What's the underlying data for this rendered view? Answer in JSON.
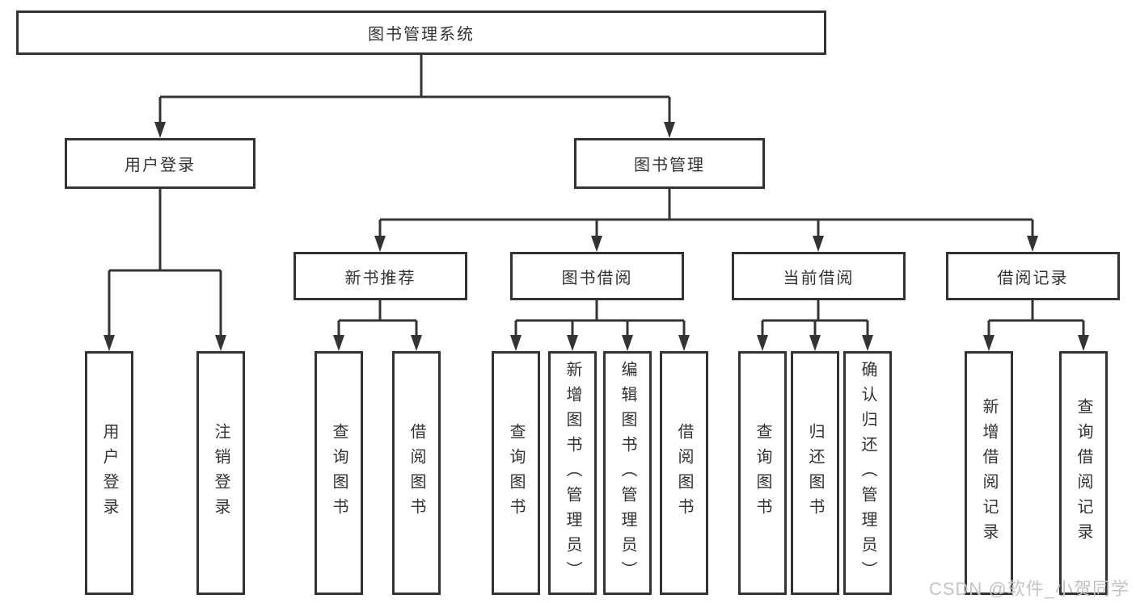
{
  "diagram": {
    "title": "图书管理系统",
    "type": "hierarchy-tree",
    "colors": {
      "line": "#333333",
      "border": "#333333",
      "text": "#333333",
      "background": "#ffffff",
      "watermark_text_color": "#c3c3c3"
    },
    "root": {
      "label": "图书管理系统"
    },
    "level2": {
      "user_login": {
        "label": "用户登录"
      },
      "book_management": {
        "label": "图书管理"
      }
    },
    "level3": {
      "new_book_recommend": {
        "label": "新书推荐",
        "parent": "图书管理"
      },
      "book_borrowing": {
        "label": "图书借阅",
        "parent": "图书管理"
      },
      "current_borrowing": {
        "label": "当前借阅",
        "parent": "图书管理"
      },
      "borrowing_records": {
        "label": "借阅记录",
        "parent": "图书管理"
      }
    },
    "leaves": {
      "user_login": {
        "label": "用户登录",
        "parent": "用户登录"
      },
      "logout": {
        "label": "注销登录",
        "parent": "用户登录"
      },
      "query_books_rec": {
        "label": "查询图书",
        "parent": "新书推荐"
      },
      "borrow_books_rec": {
        "label": "借阅图书",
        "parent": "新书推荐"
      },
      "query_books_borrow": {
        "label": "查询图书",
        "parent": "图书借阅"
      },
      "add_book_admin": {
        "label": "新增图书（管理员）",
        "parent": "图书借阅"
      },
      "edit_book_admin": {
        "label": "编辑图书（管理员）",
        "parent": "图书借阅"
      },
      "borrow_books": {
        "label": "借阅图书",
        "parent": "图书借阅"
      },
      "query_books_current": {
        "label": "查询图书",
        "parent": "当前借阅"
      },
      "return_book": {
        "label": "归还图书",
        "parent": "当前借阅"
      },
      "confirm_return_admin": {
        "label": "确认归还（管理员）",
        "parent": "当前借阅"
      },
      "add_borrow_record": {
        "label": "新增借阅记录",
        "parent": "借阅记录"
      },
      "query_borrow_record": {
        "label": "查询借阅记录",
        "parent": "借阅记录"
      }
    }
  },
  "watermark": {
    "text": "CSDN @软件_小贺同学"
  }
}
